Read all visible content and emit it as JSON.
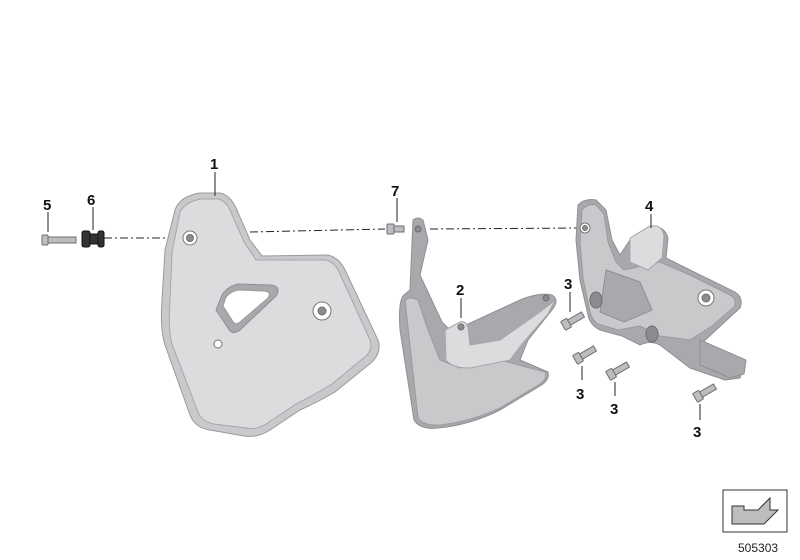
{
  "diagram": {
    "callouts": [
      {
        "id": "c1",
        "label": "1"
      },
      {
        "id": "c2",
        "label": "2"
      },
      {
        "id": "c3a",
        "label": "3"
      },
      {
        "id": "c3b",
        "label": "3"
      },
      {
        "id": "c3c",
        "label": "3"
      },
      {
        "id": "c3d",
        "label": "3"
      },
      {
        "id": "c4",
        "label": "4"
      },
      {
        "id": "c5",
        "label": "5"
      },
      {
        "id": "c6",
        "label": "6"
      },
      {
        "id": "c7",
        "label": "7"
      }
    ],
    "reference_number": "505303",
    "nav_icon": "forward-arrow-icon",
    "colors": {
      "part_fill": "#c9c9cc",
      "part_shadow": "#a9a9ad",
      "line": "#222222"
    }
  }
}
